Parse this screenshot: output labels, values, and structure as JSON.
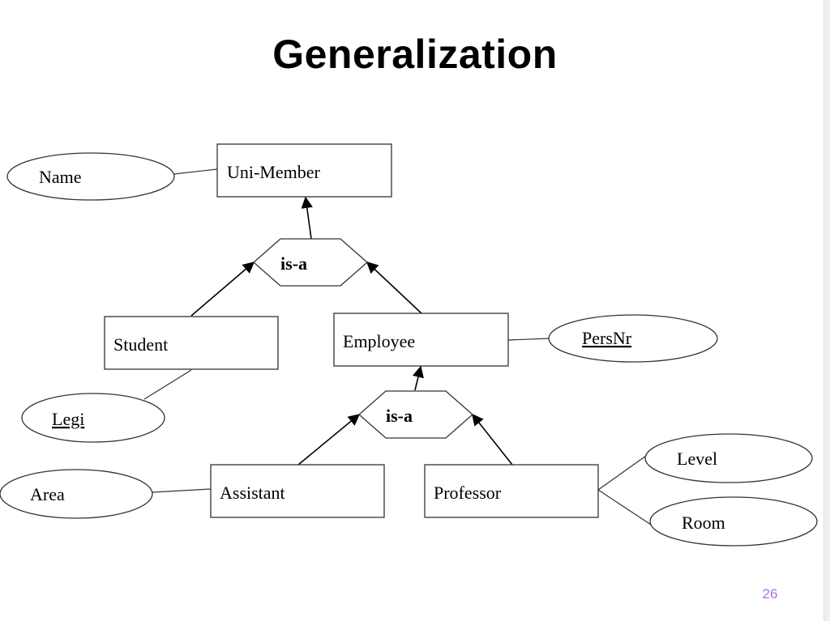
{
  "slide": {
    "title": "Generalization",
    "page_number": "26",
    "page_number_color": "#b070d8"
  },
  "entities": {
    "uni_member": "Uni-Member",
    "student": "Student",
    "employee": "Employee",
    "assistant": "Assistant",
    "professor": "Professor"
  },
  "attributes": {
    "name": "Name",
    "legi": "Legi",
    "persnr": "PersNr",
    "area": "Area",
    "level": "Level",
    "room": "Room"
  },
  "relationships": {
    "isa_top": "is-a",
    "isa_bottom": "is-a"
  }
}
